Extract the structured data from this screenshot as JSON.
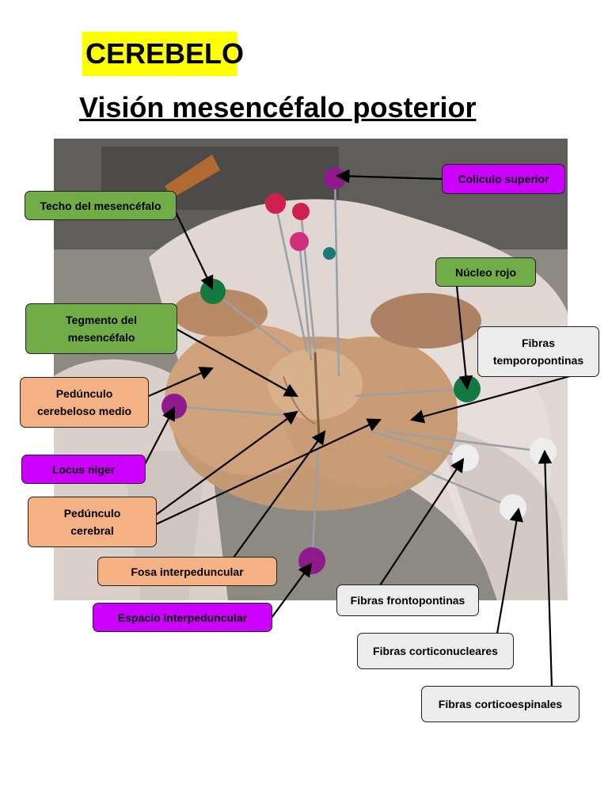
{
  "header": {
    "title": "CEREBELO",
    "subtitle": "Visión mesencéfalo posterior"
  },
  "colors": {
    "title_highlight": "#ffff00",
    "label_green": "#70ad47",
    "label_purple": "#cc00ff",
    "label_peach": "#f4b183",
    "label_gray": "#ececec"
  },
  "labels": {
    "coliculo_superior": "Coliculo superior",
    "techo_mesencefalo": "Techo del mesencéfalo",
    "nucleo_rojo": "Núcleo rojo",
    "tegmento_line1": "Tegmento del",
    "tegmento_line2": "mesencéfalo",
    "fibras_temporo_line1": "Fibras",
    "fibras_temporo_line2": "temporopontinas",
    "peduncolo_cerebeloso_line1": "Pedúnculo",
    "peduncolo_cerebeloso_line2": "cerebeloso medio",
    "locus_niger": "Locus niger",
    "peduncolo_cerebral_line1": "Pedúnculo",
    "peduncolo_cerebral_line2": "cerebral",
    "fosa_interpeduncular": "Fosa interpeduncular",
    "espacio_interpeduncular": "Espacio interpeduncular",
    "fibras_frontopontinas": "Fibras frontopontinas",
    "fibras_corticonucleares": "Fibras corticonucleares",
    "fibras_corticoespinales": "Fibras corticoespinales"
  }
}
